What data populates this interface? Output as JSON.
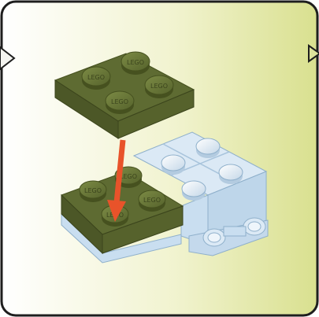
{
  "instruction_panel": {
    "step_type": "build-step-callout",
    "colors": {
      "panel_gradient_left": "#ffffff",
      "panel_gradient_right": "#d8e08c",
      "panel_border": "#1e1e1e",
      "plate_green": "#5e6b32",
      "plate_green_dark": "#46511f",
      "plate_green_light": "#74833e",
      "brick_light_blue": "#c9def0",
      "brick_light_blue_dark": "#a8c4dc",
      "arrow": "#e8532a"
    },
    "stud_logo_text": "LEGO"
  },
  "parts": [
    {
      "name": "green 2x2 plate",
      "role": "part being added",
      "studs": 4
    },
    {
      "name": "green 2x2 plate",
      "role": "base plate",
      "studs": 4
    },
    {
      "name": "light blue 2x2 brick with studs on side",
      "role": "existing build",
      "studs": 4,
      "side_studs": 2
    }
  ],
  "callout": {
    "pointer_left": "callout-arrow-left-icon",
    "pointer_right": "callout-arrow-right-icon"
  }
}
